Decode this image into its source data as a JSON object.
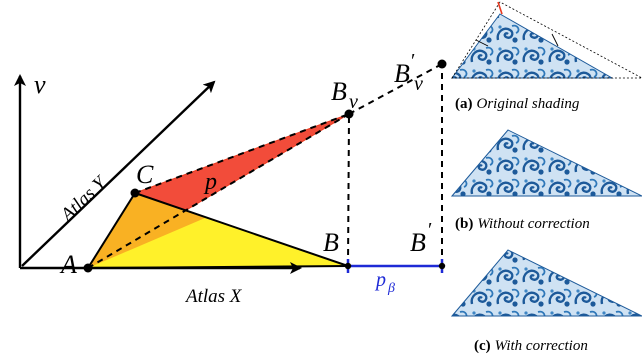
{
  "diagram": {
    "axis_v_label": "v",
    "axis_atlas_y_label": "Atlas Y",
    "axis_atlas_x_label": "Atlas X",
    "point_a": "A",
    "point_b": "B",
    "point_b_prime": "B",
    "point_b_prime_mark": "′",
    "point_c": "C",
    "point_bv": "B",
    "point_bv_sub": "v",
    "point_bv_prime": "B",
    "point_bv_prime_mark": "′",
    "point_bv_prime_sub": "v",
    "p_label": "p",
    "p_beta_label": "p",
    "p_beta_sub": "β",
    "colors": {
      "red_triangle": "#f24c3a",
      "red_dark": "#e8391f",
      "yellow_triangle": "#fff12a",
      "blue_measure": "#1e2ad6",
      "texture_blue": "#1d5a9a"
    }
  },
  "panels": [
    {
      "letter": "(a)",
      "caption": "Original shading"
    },
    {
      "letter": "(b)",
      "caption": "Without correction"
    },
    {
      "letter": "(c)",
      "caption": "With correction"
    }
  ]
}
